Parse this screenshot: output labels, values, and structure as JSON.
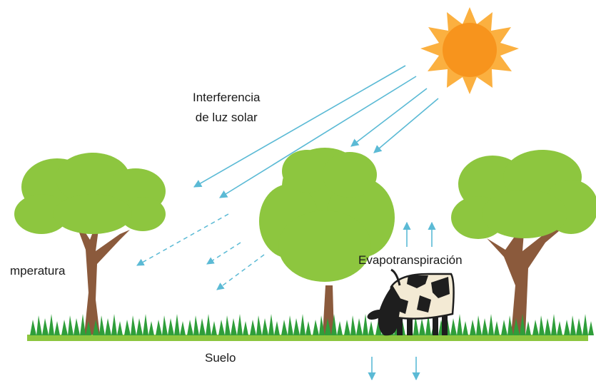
{
  "labels": {
    "sunlight_line1": "Interferencia",
    "sunlight_line2": "de luz solar",
    "temperature": "mperatura",
    "evapotranspiration": "Evapotranspiración",
    "soil": "Suelo"
  },
  "colors": {
    "arrow": "#5bbad5",
    "ground": "#8cc63f",
    "grass": "#2f9e3a",
    "trunk": "#8b5a3c",
    "foliage": "#8dc63f",
    "foliage_edge": "#7cb530",
    "sun_core": "#f7941d",
    "sun_ray": "#fbb040"
  },
  "icons": [
    "sun-icon",
    "tree-icon",
    "cow-icon",
    "grass-icon"
  ]
}
